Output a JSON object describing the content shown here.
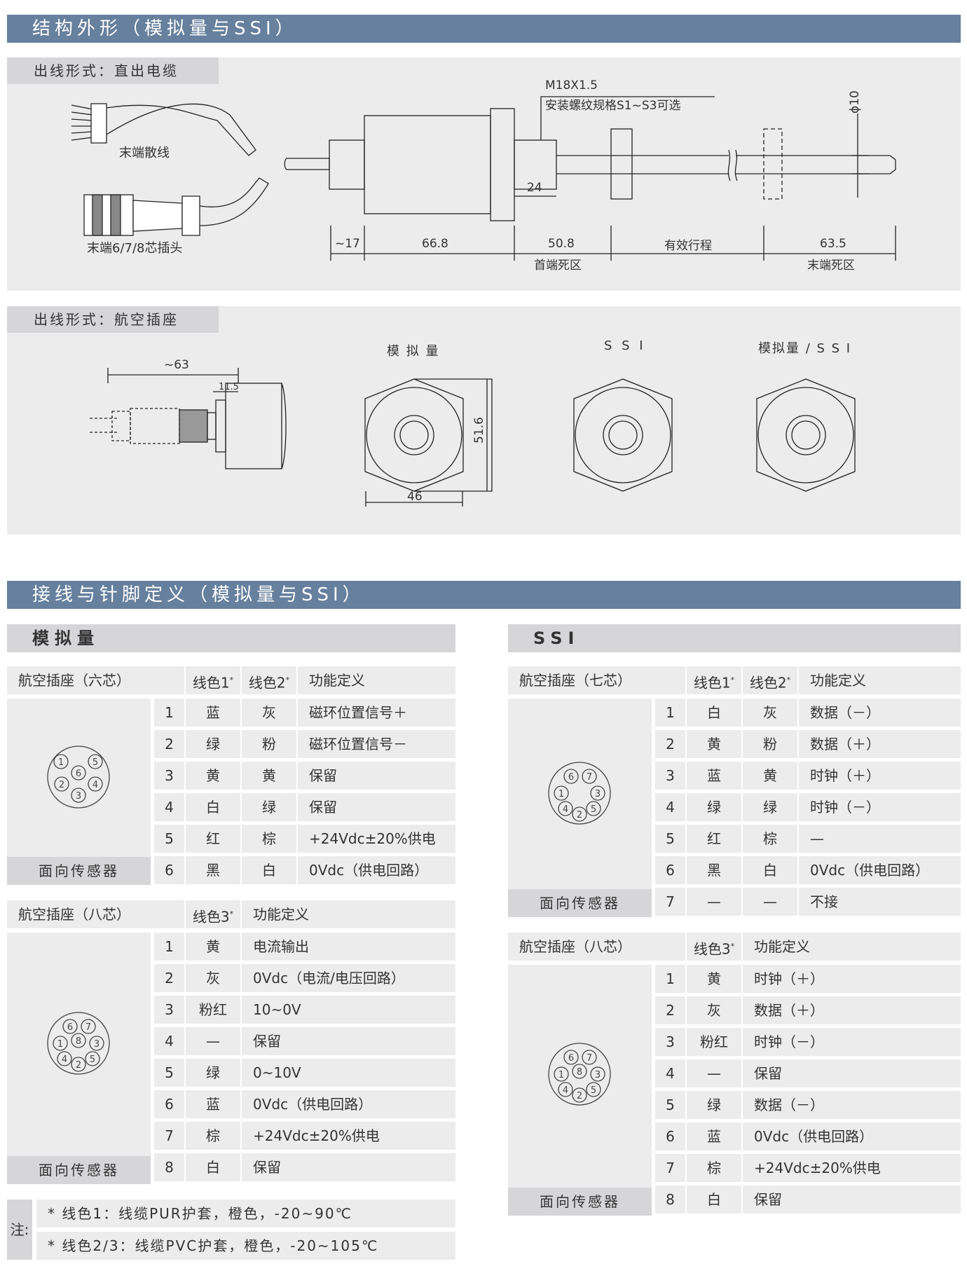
{
  "sections": {
    "s1_title": "结构外形（模拟量与SSI）",
    "s2_title": "接线与针脚定义（模拟量与SSI）"
  },
  "panel1": {
    "tag": "出线形式：直出电缆",
    "label_scattered": "末端散线",
    "label_plug": "末端6/7/8芯插头",
    "thread_label": "M18X1.5",
    "thread_note": "安装螺纹规格S1~S3可选",
    "dim_phi": "ϕ10",
    "dim_24": "24",
    "dim_17": "~17",
    "dim_66": "66.8",
    "dim_50": "50.8",
    "dim_50_note": "首端死区",
    "dim_stroke": "有效行程",
    "dim_63": "63.5",
    "dim_63_note": "末端死区"
  },
  "panel2": {
    "tag": "出线形式：航空插座",
    "dim_63": "~63",
    "dim_11": "11.5",
    "dim_516": "51.6",
    "dim_46": "46",
    "title_analog": "模 拟 量",
    "title_ssi": "S S I",
    "title_both": "模拟量 / S S I"
  },
  "analog": {
    "title": "模拟量",
    "t6": {
      "header": [
        "航空插座（六芯）",
        "线色1",
        "线色2",
        "功能定义"
      ],
      "rows": [
        [
          "1",
          "蓝",
          "灰",
          "磁环位置信号＋"
        ],
        [
          "2",
          "绿",
          "粉",
          "磁环位置信号－"
        ],
        [
          "3",
          "黄",
          "黄",
          "保留"
        ],
        [
          "4",
          "白",
          "绿",
          "保留"
        ],
        [
          "5",
          "红",
          "棕",
          "+24Vdc±20%供电"
        ],
        [
          "6",
          "黑",
          "白",
          "0Vdc（供电回路）"
        ]
      ],
      "face": "面向传感器"
    },
    "t8": {
      "header": [
        "航空插座（八芯）",
        "线色3",
        "功能定义"
      ],
      "rows": [
        [
          "1",
          "黄",
          "电流输出"
        ],
        [
          "2",
          "灰",
          "0Vdc（电流/电压回路）"
        ],
        [
          "3",
          "粉红",
          "10~0V"
        ],
        [
          "4",
          "—",
          "保留"
        ],
        [
          "5",
          "绿",
          "0~10V"
        ],
        [
          "6",
          "蓝",
          "0Vdc（供电回路）"
        ],
        [
          "7",
          "棕",
          "+24Vdc±20%供电"
        ],
        [
          "8",
          "白",
          "保留"
        ]
      ],
      "face": "面向传感器"
    },
    "notes": {
      "label": "注:",
      "n1": "* 线色1：线缆PUR护套，橙色，-20~90℃",
      "n2": "* 线色2/3：线缆PVC护套，橙色，-20~105℃"
    }
  },
  "ssi": {
    "title": "SSI",
    "t7": {
      "header": [
        "航空插座（七芯）",
        "线色1",
        "线色2",
        "功能定义"
      ],
      "rows": [
        [
          "1",
          "白",
          "灰",
          "数据（－）"
        ],
        [
          "2",
          "黄",
          "粉",
          "数据（＋）"
        ],
        [
          "3",
          "蓝",
          "黄",
          "时钟（＋）"
        ],
        [
          "4",
          "绿",
          "绿",
          "时钟（－）"
        ],
        [
          "5",
          "红",
          "棕",
          "—"
        ],
        [
          "6",
          "黑",
          "白",
          "0Vdc（供电回路）"
        ],
        [
          "7",
          "—",
          "—",
          "不接"
        ]
      ],
      "face": "面向传感器"
    },
    "t8": {
      "header": [
        "航空插座（八芯）",
        "线色3",
        "功能定义"
      ],
      "rows": [
        [
          "1",
          "黄",
          "时钟（＋）"
        ],
        [
          "2",
          "灰",
          "数据（＋）"
        ],
        [
          "3",
          "粉红",
          "时钟（－）"
        ],
        [
          "4",
          "—",
          "保留"
        ],
        [
          "5",
          "绿",
          "数据（－）"
        ],
        [
          "6",
          "蓝",
          "0Vdc（供电回路）"
        ],
        [
          "7",
          "棕",
          "+24Vdc±20%供电"
        ],
        [
          "8",
          "白",
          "保留"
        ]
      ],
      "face": "面向传感器"
    }
  },
  "pins": {
    "p1": "1",
    "p2": "2",
    "p3": "3",
    "p4": "4",
    "p5": "5",
    "p6": "6",
    "p7": "7",
    "p8": "8"
  },
  "colors": {
    "header_bar": "#66809e",
    "panel_bg": "#ececed",
    "tag_bg": "#d6d6d8"
  }
}
